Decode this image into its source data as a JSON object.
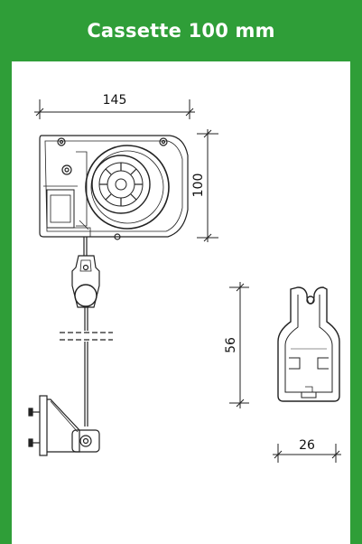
{
  "header": {
    "title": "Cassette 100 mm"
  },
  "dimensions": {
    "cassette_width": "145",
    "cassette_height": "100",
    "profile_height": "56",
    "profile_width": "26"
  },
  "colors": {
    "brand_green": "#2f9e38",
    "line": "#222222"
  }
}
